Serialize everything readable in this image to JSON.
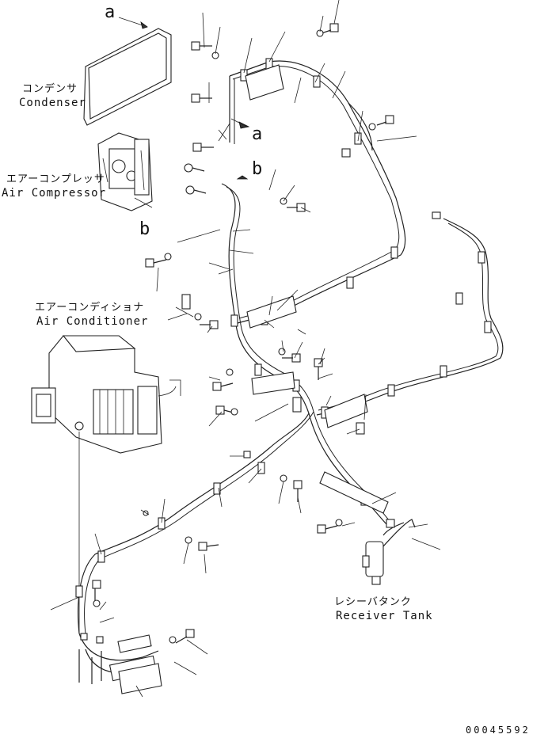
{
  "labels": {
    "condenser_jp": "コンデンサ",
    "condenser_en": "Condenser",
    "compressor_jp": "エアーコンプレッサ",
    "compressor_en": "Air Compressor",
    "aircon_jp": "エアーコンディショナ",
    "aircon_en": "Air Conditioner",
    "receiver_jp": "レシーバタンク",
    "receiver_en": "Receiver Tank"
  },
  "refs": {
    "a_top": "a",
    "a_mid": "a",
    "b_left": "b",
    "b_mid": "b"
  },
  "document_number": "00045592"
}
